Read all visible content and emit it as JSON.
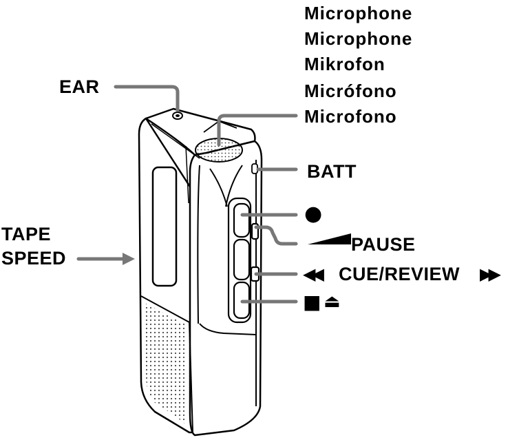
{
  "labels": {
    "microphone_en": "Microphone",
    "microphone_fr": "Microphone",
    "mikrofon_de": "Mikrofon",
    "microfono_es": "Micrófono",
    "microfono_it": "Microfono",
    "ear": "EAR",
    "batt": "BATT",
    "tape": "TAPE",
    "speed": "SPEED",
    "pause": "PAUSE",
    "cue_review": "CUE/REVIEW",
    "symbol_rewind": "◀◀",
    "symbol_fastforward": "▶▶",
    "symbol_stop": "■",
    "symbol_eject": "⏏",
    "symbol_record": "●"
  },
  "icons": {
    "record": "record-dot-icon",
    "pause": "pause-wedge-icon",
    "rewind": "rewind-icon",
    "fast_forward": "fast-forward-icon",
    "stop": "stop-square-icon",
    "eject": "eject-icon"
  },
  "colors": {
    "leader_lines": "#777777",
    "outline": "#000000",
    "background": "#ffffff"
  }
}
